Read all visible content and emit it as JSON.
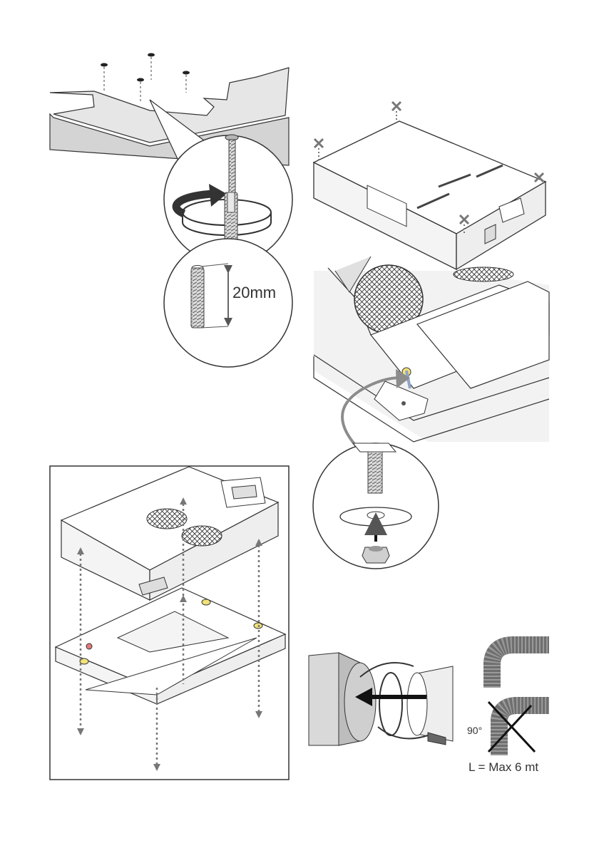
{
  "labels": {
    "spacer_length": "20mm",
    "bend_angle": "90°",
    "duct_length": "L = Max 6 mt"
  },
  "colors": {
    "outline": "#333333",
    "panel_fill": "#f2f2f2",
    "ceiling_fill": "#e6e6e6",
    "grey_arrow": "#8c8c8c",
    "highlight_yellow": "#f1e27a",
    "highlight_red": "#e07a7a"
  },
  "icons": {
    "cross_mark": "x-mark-icon",
    "guide_line": "dotted-guide-line"
  }
}
